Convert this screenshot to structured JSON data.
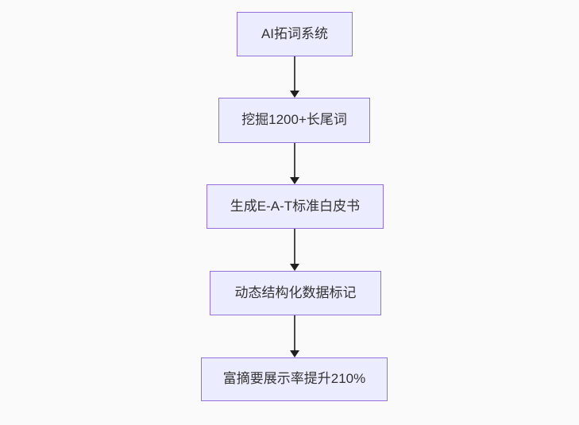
{
  "page": {
    "background_color": "#fafafa"
  },
  "diagram": {
    "type": "flowchart",
    "direction": "top-down",
    "nodes": [
      {
        "id": "A",
        "label": "AI拓词系统"
      },
      {
        "id": "B",
        "label": "挖掘1200+长尾词"
      },
      {
        "id": "C",
        "label": "生成E-A-T标准白皮书"
      },
      {
        "id": "D",
        "label": "动态结构化数据标记"
      },
      {
        "id": "E",
        "label": "富摘要展示率提升210%"
      }
    ],
    "edges": [
      {
        "from": "A",
        "to": "B",
        "style": "arrow-down"
      },
      {
        "from": "B",
        "to": "C",
        "style": "arrow-down"
      },
      {
        "from": "C",
        "to": "D",
        "style": "arrow-down"
      },
      {
        "from": "D",
        "to": "E",
        "style": "arrow-down"
      }
    ],
    "colors": {
      "node_fill": "#ececff",
      "node_border": "#9370db",
      "node_text": "#333333",
      "edge_line": "#4a4a4a",
      "arrowhead": "#1f1f1f"
    }
  }
}
